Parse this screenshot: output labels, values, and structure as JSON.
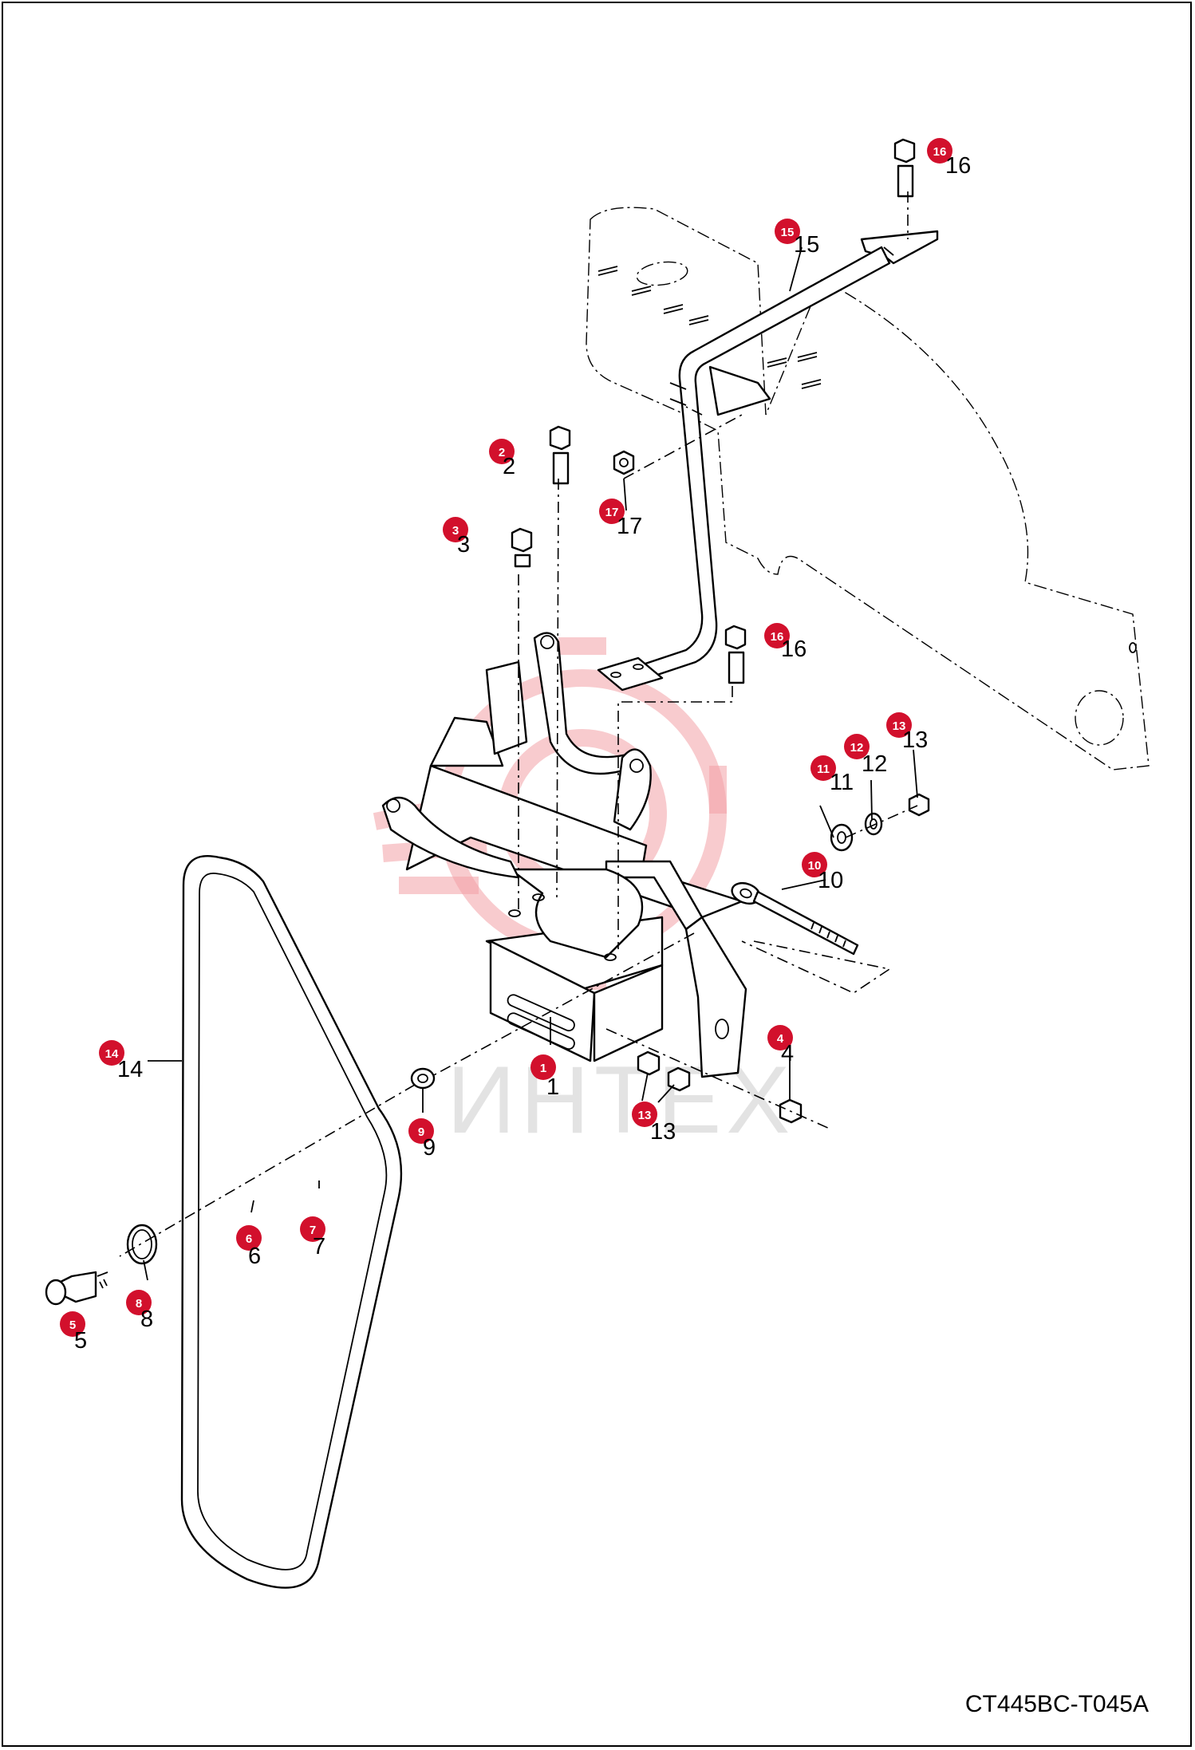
{
  "drawing_code": "CT445BC-T045A",
  "watermark": "ИНТЕХ",
  "accent_color": "#d2102c",
  "callouts": [
    {
      "id": "c1",
      "badge": "1",
      "label": "1"
    },
    {
      "id": "c2",
      "badge": "2",
      "label": "2"
    },
    {
      "id": "c3",
      "badge": "3",
      "label": "3"
    },
    {
      "id": "c4",
      "badge": "4",
      "label": "4"
    },
    {
      "id": "c5",
      "badge": "5",
      "label": "5"
    },
    {
      "id": "c6",
      "badge": "6",
      "label": "6"
    },
    {
      "id": "c7",
      "badge": "7",
      "label": "7"
    },
    {
      "id": "c8",
      "badge": "8",
      "label": "8"
    },
    {
      "id": "c9",
      "badge": "9",
      "label": "9"
    },
    {
      "id": "c10",
      "badge": "10",
      "label": "10"
    },
    {
      "id": "c11",
      "badge": "11",
      "label": "11"
    },
    {
      "id": "c12",
      "badge": "12",
      "label": "12"
    },
    {
      "id": "c13a",
      "badge": "13",
      "label": "13"
    },
    {
      "id": "c13b",
      "badge": "13",
      "label": "13"
    },
    {
      "id": "c14",
      "badge": "14",
      "label": "14"
    },
    {
      "id": "c15",
      "badge": "15",
      "label": "15"
    },
    {
      "id": "c16a",
      "badge": "16",
      "label": "16"
    },
    {
      "id": "c16b",
      "badge": "16",
      "label": "16"
    },
    {
      "id": "c17",
      "badge": "17",
      "label": "17"
    }
  ]
}
